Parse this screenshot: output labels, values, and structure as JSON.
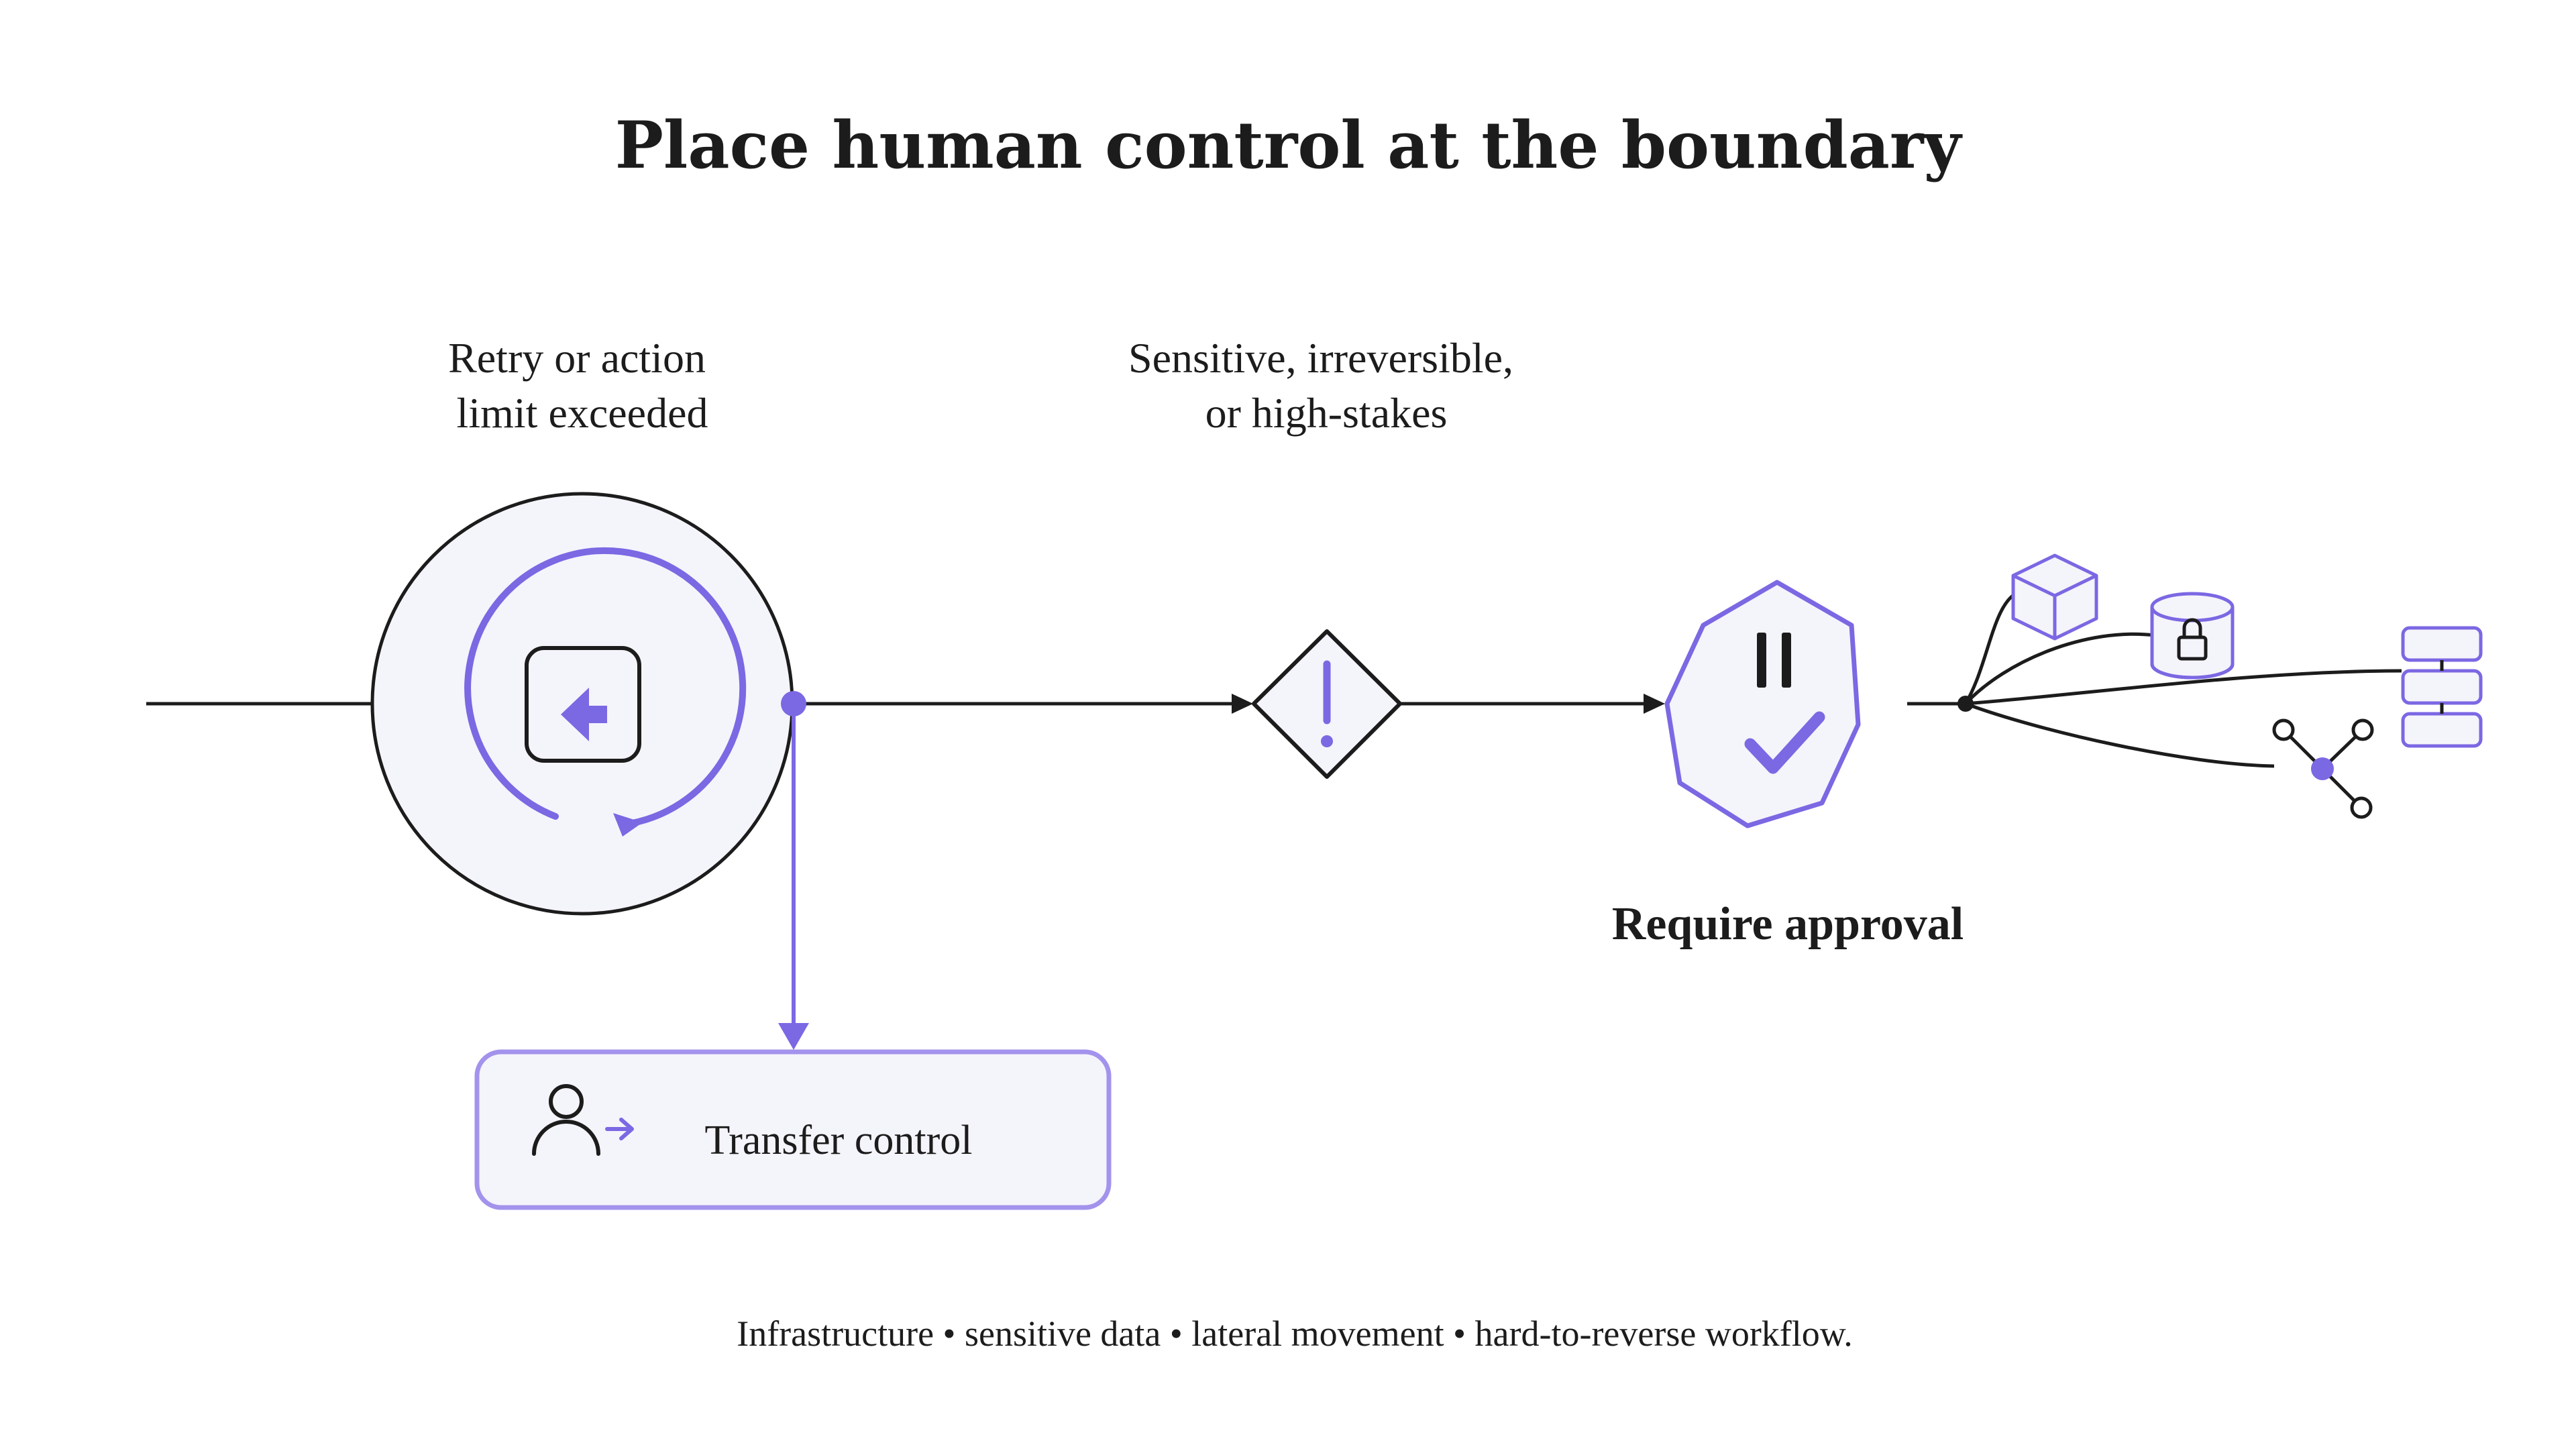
{
  "title": "Place human control at the boundary",
  "limit_label": {
    "line1": "Retry or action",
    "line2": "limit exceeded"
  },
  "risk_label": {
    "line1": "Sensitive, irreversible,",
    "line2": "or high-stakes"
  },
  "approval_label": "Require approval",
  "transfer_label": "Transfer control",
  "footer": "Infrastructure • sensitive data • lateral movement • hard-to-reverse workflow.",
  "icons": {
    "return": "arrow-left-icon",
    "warning": "exclamation-diamond-icon",
    "approval": "pause-check-octagon-icon",
    "person": "person-transfer-icon",
    "targets": [
      "cube-icon",
      "locked-database-icon",
      "server-stack-icon",
      "network-nodes-icon"
    ]
  },
  "colors": {
    "ink": "#1c1c1c",
    "accent": "#7b68e3",
    "fill": "#f4f4fb"
  }
}
